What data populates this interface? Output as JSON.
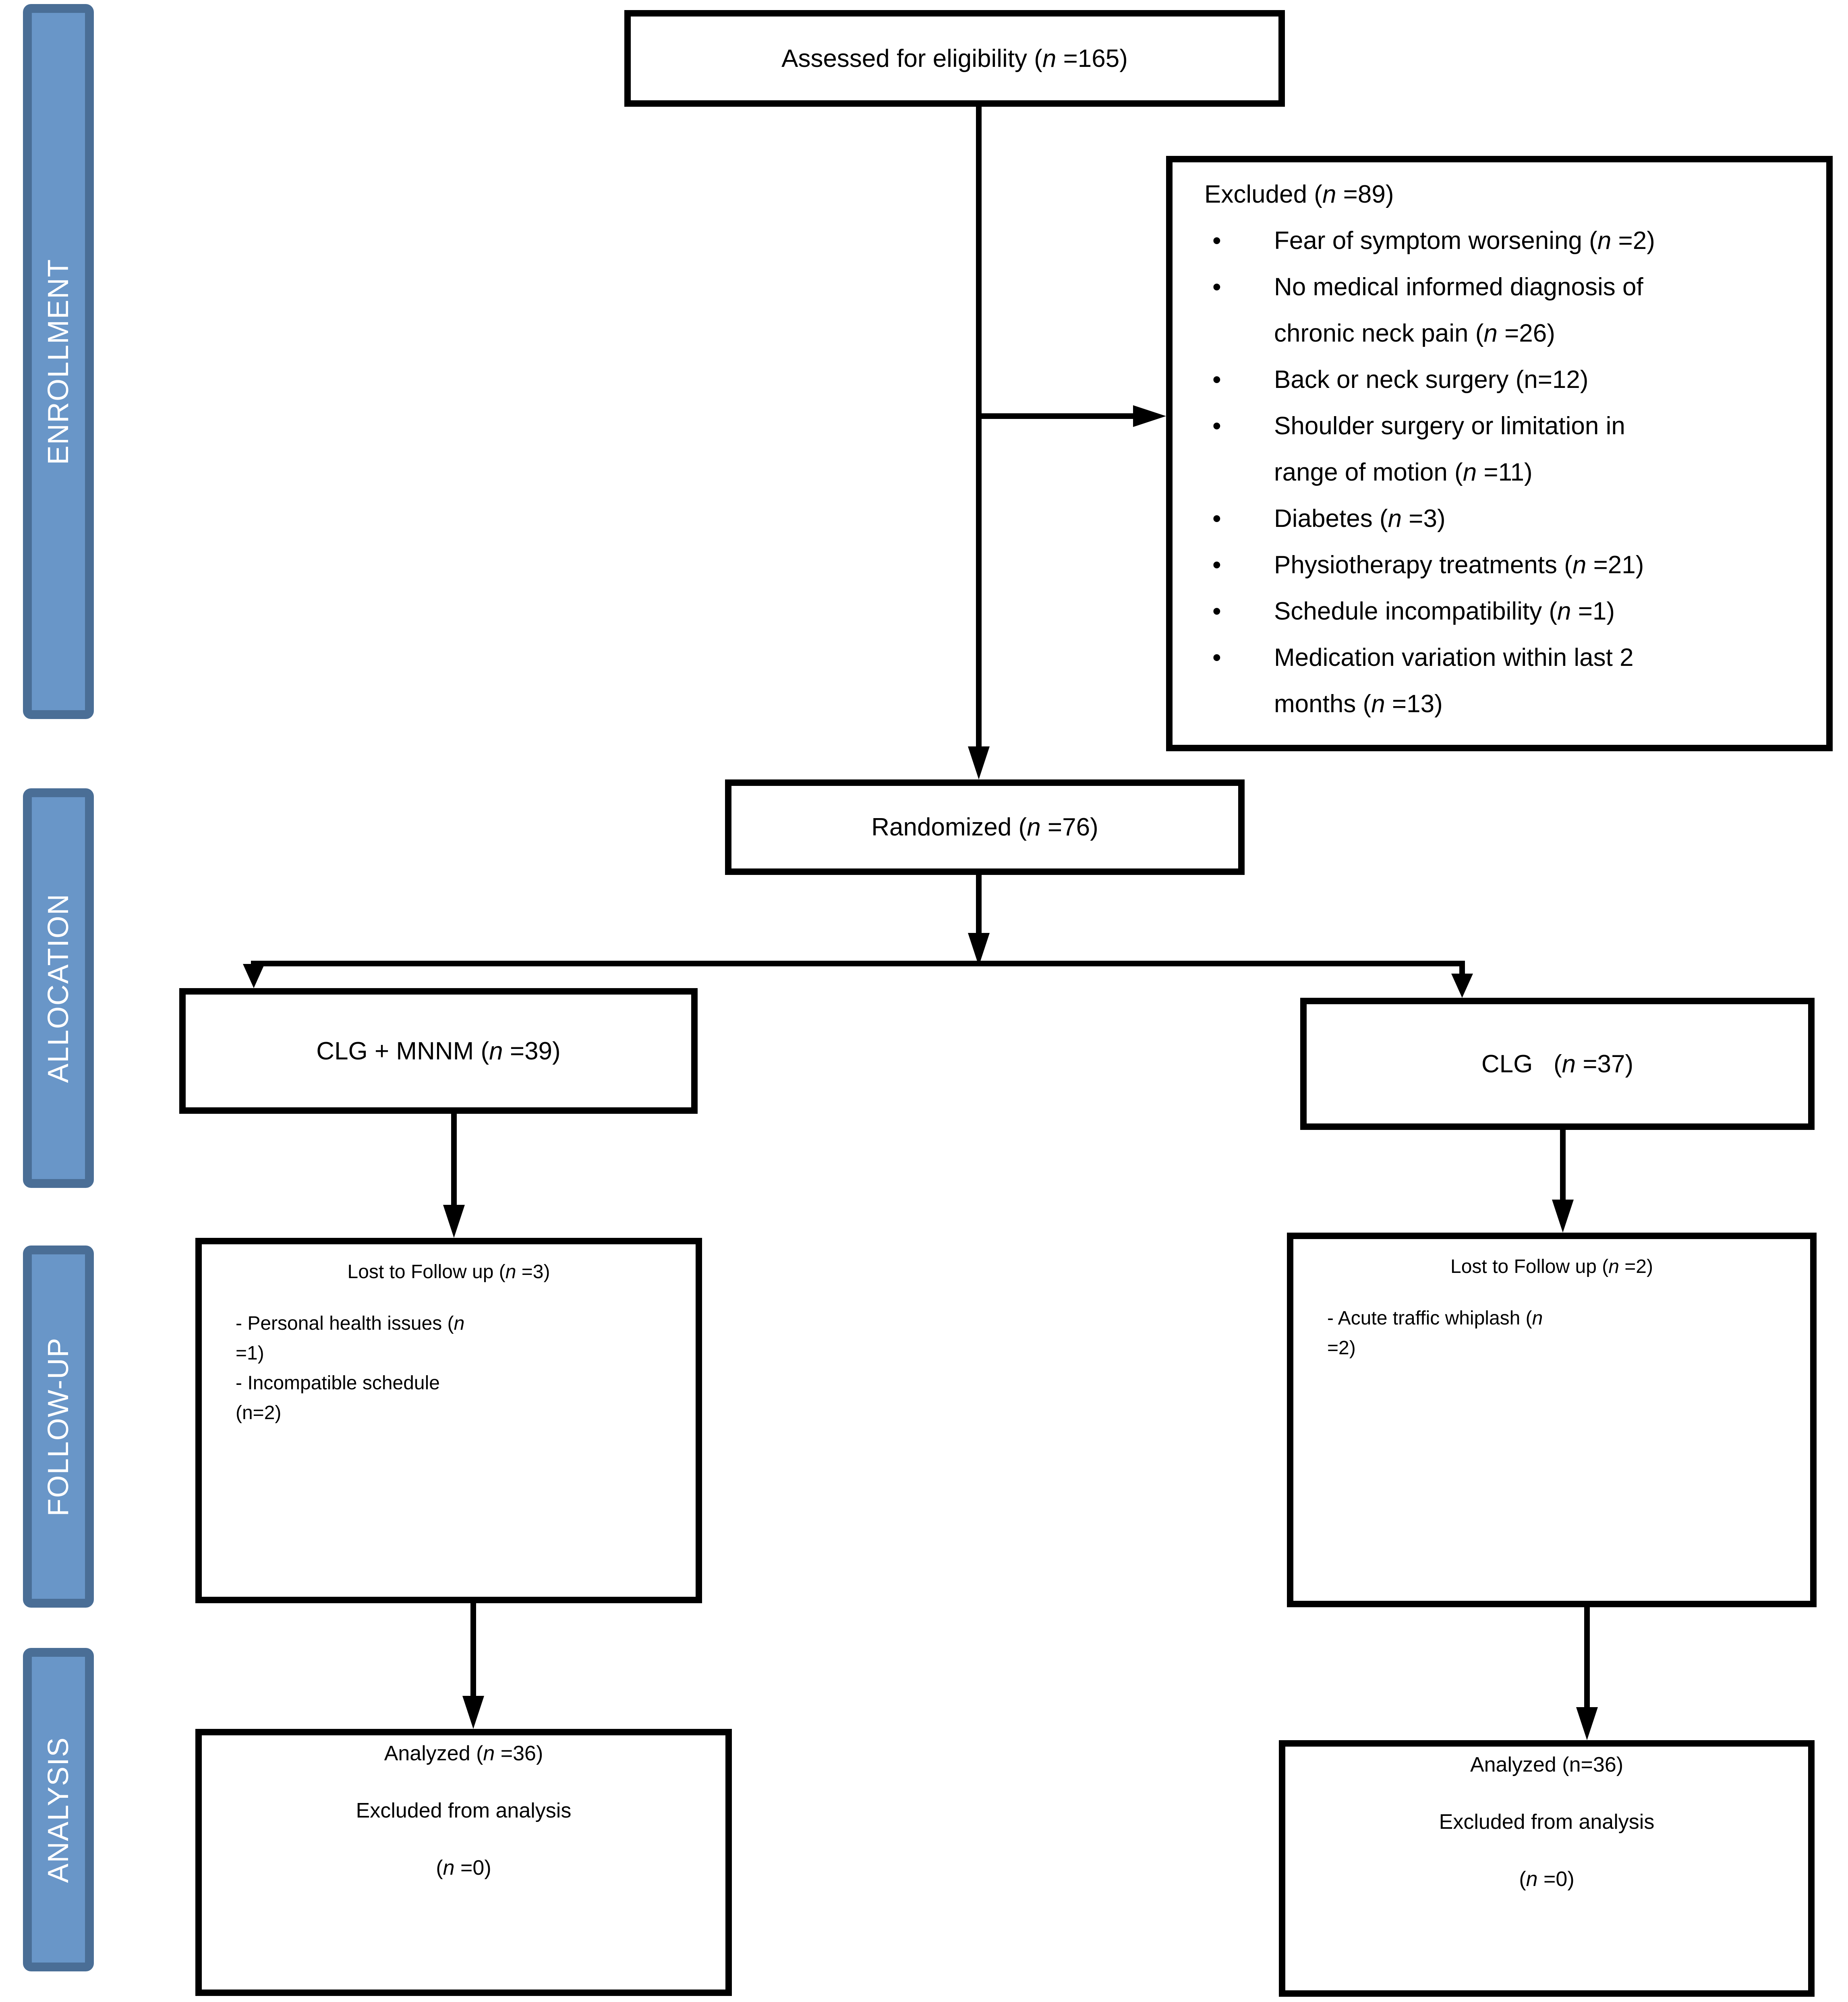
{
  "style": {
    "accent_fill": "#6996C8",
    "accent_border": "#4A6E96",
    "line_color": "#000000",
    "box_background": "#FFFFFF"
  },
  "glyphs": {
    "bullet": "•"
  },
  "sidebar": {
    "enrollment": "ENROLLMENT",
    "allocation": "ALLOCATION",
    "followup": "FOLLOW-UP",
    "analysis": "ANALYSIS"
  },
  "boxes": {
    "assessed": {
      "lines": [
        [
          {
            "t": "Assessed for eligibility ("
          },
          {
            "t": "n",
            "i": true
          },
          {
            "t": " =165)"
          }
        ]
      ]
    },
    "excluded": {
      "title": [
        {
          "t": "Excluded ("
        },
        {
          "t": "n",
          "i": true
        },
        {
          "t": " =89)"
        }
      ],
      "items": [
        {
          "lines": [
            [
              {
                "t": "Fear of symptom worsening ("
              },
              {
                "t": "n",
                "i": true
              },
              {
                "t": " =2)"
              }
            ]
          ]
        },
        {
          "lines": [
            [
              {
                "t": "No medical informed diagnosis of"
              }
            ],
            [
              {
                "t": "chronic neck pain ("
              },
              {
                "t": "n",
                "i": true
              },
              {
                "t": " =26)"
              }
            ]
          ]
        },
        {
          "lines": [
            [
              {
                "t": "Back or neck surgery (n=12)"
              }
            ]
          ]
        },
        {
          "lines": [
            [
              {
                "t": "Shoulder surgery or limitation in"
              }
            ],
            [
              {
                "t": "range of motion ("
              },
              {
                "t": "n",
                "i": true
              },
              {
                "t": " =11)"
              }
            ]
          ]
        },
        {
          "lines": [
            [
              {
                "t": "Diabetes ("
              },
              {
                "t": "n",
                "i": true
              },
              {
                "t": " =3)"
              }
            ]
          ]
        },
        {
          "lines": [
            [
              {
                "t": "Physiotherapy treatments ("
              },
              {
                "t": "n",
                "i": true
              },
              {
                "t": " =21)"
              }
            ]
          ]
        },
        {
          "lines": [
            [
              {
                "t": "Schedule incompatibility ("
              },
              {
                "t": "n",
                "i": true
              },
              {
                "t": " =1)"
              }
            ]
          ]
        },
        {
          "lines": [
            [
              {
                "t": "Medication variation within last 2"
              }
            ],
            [
              {
                "t": "months ("
              },
              {
                "t": "n",
                "i": true
              },
              {
                "t": " =13)"
              }
            ]
          ]
        }
      ]
    },
    "randomized": {
      "lines": [
        [
          {
            "t": "Randomized ("
          },
          {
            "t": "n",
            "i": true
          },
          {
            "t": " =76)"
          }
        ]
      ]
    },
    "alloc_left": {
      "lines": [
        [
          {
            "t": "CLG + MNNM ("
          },
          {
            "t": "n",
            "i": true
          },
          {
            "t": " =39)"
          }
        ]
      ]
    },
    "alloc_right": {
      "lines": [
        [
          {
            "t": "CLG   ("
          },
          {
            "t": "n",
            "i": true
          },
          {
            "t": " =37)"
          }
        ]
      ]
    },
    "fu_left": {
      "title": [
        {
          "t": "Lost to Follow up ("
        },
        {
          "t": "n",
          "i": true
        },
        {
          "t": " =3)"
        }
      ],
      "items": [
        {
          "lines": [
            [
              {
                "t": "- Personal health issues ("
              },
              {
                "t": "n",
                "i": true
              }
            ],
            [
              {
                "t": "=1)"
              }
            ]
          ]
        },
        {
          "lines": [
            [
              {
                "t": "- Incompatible schedule"
              }
            ],
            [
              {
                "t": "(n=2)"
              }
            ]
          ]
        }
      ]
    },
    "fu_right": {
      "title": [
        {
          "t": "Lost to Follow up ("
        },
        {
          "t": "n",
          "i": true
        },
        {
          "t": " =2)"
        }
      ],
      "items": [
        {
          "lines": [
            [
              {
                "t": "- Acute traffic whiplash ("
              },
              {
                "t": "n",
                "i": true
              }
            ],
            [
              {
                "t": "=2)"
              }
            ]
          ]
        }
      ]
    },
    "an_left": {
      "lines": [
        [
          {
            "t": "Analyzed ("
          },
          {
            "t": "n",
            "i": true
          },
          {
            "t": " =36)"
          }
        ],
        [
          {
            "t": "Excluded from analysis"
          }
        ],
        [
          {
            "t": "("
          },
          {
            "t": "n",
            "i": true
          },
          {
            "t": " =0)"
          }
        ]
      ]
    },
    "an_right": {
      "lines": [
        [
          {
            "t": "Analyzed (n=36)"
          }
        ],
        [
          {
            "t": "Excluded from analysis"
          }
        ],
        [
          {
            "t": "("
          },
          {
            "t": "n",
            "i": true
          },
          {
            "t": " =0)"
          }
        ]
      ]
    }
  }
}
